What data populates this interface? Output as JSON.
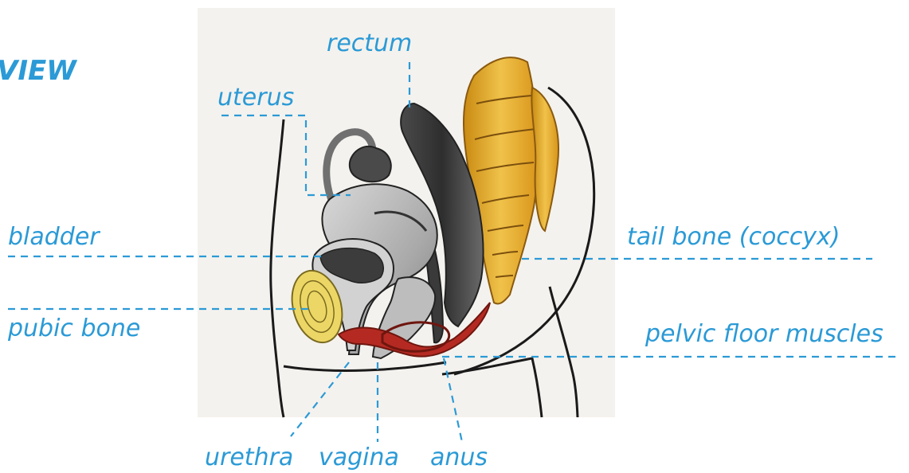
{
  "heading": "VIEW",
  "labels": {
    "rectum": "rectum",
    "uterus": "uterus",
    "bladder": "bladder",
    "pubic_bone": "pubic bone",
    "tail_bone": "tail bone (coccyx)",
    "pelvic_floor": "pelvic floor muscles",
    "urethra": "urethra",
    "vagina": "vagina",
    "anus": "anus"
  },
  "colors": {
    "label": "#2b9ad6",
    "leader": "#2b9ad6",
    "paper": "#f4f2ee",
    "muscle": "#b42a22",
    "bone": "#e2a926",
    "organ_gray": "#8c8c8c",
    "rectum_dark": "#3a3a3a",
    "pubic_yellow": "#e8d35a"
  }
}
